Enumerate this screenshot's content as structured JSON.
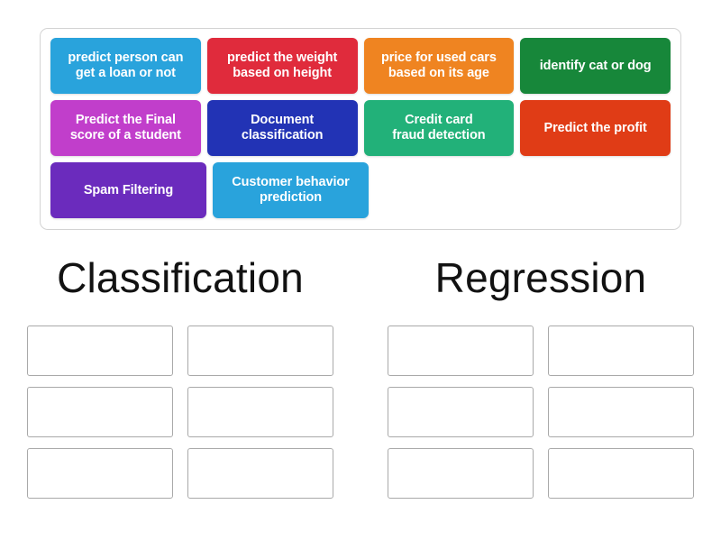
{
  "activity": {
    "type": "group-sort",
    "title": "Classification vs Regression group sort"
  },
  "tile_bank": {
    "name": "draggable-tile-bank",
    "rows": [
      [
        {
          "label": "predict person can get a loan or not",
          "line1": "predict person can",
          "line2": "get a loan or not",
          "color": "#29a3dc"
        },
        {
          "label": "predict the weight based on height",
          "line1": "predict the weight",
          "line2": "based on height",
          "color": "#e02b3c"
        },
        {
          "label": "price for used cars based on its age",
          "line1": "price for used cars",
          "line2": "based on its age",
          "color": "#ef8421"
        },
        {
          "label": "identify cat or dog",
          "line1": "identify cat or dog",
          "line2": "",
          "color": "#17873a"
        }
      ],
      [
        {
          "label": "Predict the Final score of a student",
          "line1": "Predict the Final",
          "line2": "score of a student",
          "color": "#c13ecb"
        },
        {
          "label": "Document classification",
          "line1": "Document",
          "line2": "classification",
          "color": "#2233b5"
        },
        {
          "label": "Credit card fraud detection",
          "line1": "Credit card",
          "line2": "fraud detection",
          "color": "#22b179"
        },
        {
          "label": "Predict the profit",
          "line1": "Predict the profit",
          "line2": "",
          "color": "#e03c16"
        }
      ],
      [
        {
          "label": "Spam Filtering",
          "line1": "Spam Filtering",
          "line2": "",
          "color": "#6b2bbd"
        },
        {
          "label": "Customer behavior prediction",
          "line1": "Customer behavior",
          "line2": "prediction",
          "color": "#29a3dc"
        }
      ]
    ]
  },
  "categories": [
    {
      "name": "classification",
      "heading": "Classification",
      "slots": [
        "",
        "",
        "",
        "",
        "",
        ""
      ]
    },
    {
      "name": "regression",
      "heading": "Regression",
      "slots": [
        "",
        "",
        "",
        "",
        "",
        ""
      ]
    }
  ],
  "colors": {
    "panel_border": "#d3d3d3",
    "slot_border": "#a9a9a9",
    "heading_text": "#121212",
    "background": "#ffffff",
    "tile_text": "#ffffff"
  }
}
